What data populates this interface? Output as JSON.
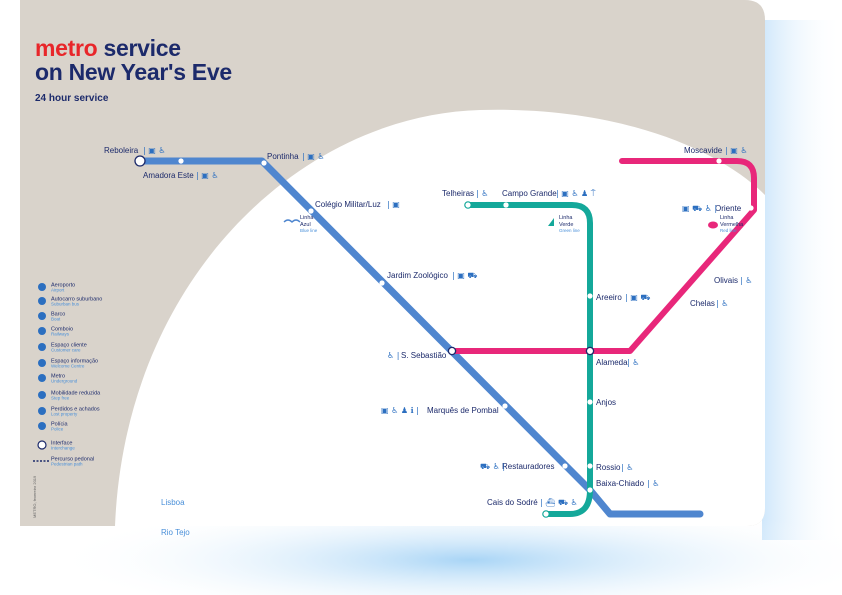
{
  "header": {
    "title_brand": "metro",
    "title_rest1": " service",
    "title_line2": "on New Year's Eve",
    "subtitle": "24 hour service"
  },
  "colors": {
    "blue_line": "#4f86cf",
    "green_line": "#14a89a",
    "red_line": "#e8277a",
    "text": "#1c2a6b",
    "river": "#4a90d9",
    "land": "#d9d3cb"
  },
  "lines": {
    "blue": {
      "name": "Azul",
      "name_en": "Blue line"
    },
    "green": {
      "name": "Verde",
      "name_en": "Green line"
    },
    "red": {
      "name": "Vermelha",
      "name_en": "Red line"
    }
  },
  "line_label_prefix": "Linha",
  "stations": {
    "reboleira": "Reboleira",
    "amadora": "Amadora Este",
    "pontinha": "Pontinha",
    "colegio": "Colégio Militar/Luz",
    "jardim": "Jardim Zoológico",
    "sebastiao": "S. Sebastião",
    "marques": "Marquês de Pombal",
    "restauradores": "Restauradores",
    "baixa": "Baixa-Chiado",
    "caisdosodre": "Cais do Sodré",
    "telheiras": "Telheiras",
    "campogrande": "Campo Grande",
    "areeiro": "Areeiro",
    "alameda": "Alameda",
    "anjos": "Anjos",
    "rossio": "Rossio",
    "moscavide": "Moscavide",
    "oriente": "Oriente",
    "olivais": "Olivais",
    "chelas": "Chelas"
  },
  "geography": {
    "city": "Lisboa",
    "river": "Rio Tejo"
  },
  "legend": [
    {
      "icon": "airplane-icon",
      "label": "Aeroporto",
      "sub": "Airport"
    },
    {
      "icon": "bus-icon",
      "label": "Autocarro suburbano",
      "sub": "Suburban bus"
    },
    {
      "icon": "boat-icon",
      "label": "Barco",
      "sub": "Boat"
    },
    {
      "icon": "train-icon",
      "label": "Comboio",
      "sub": "Railways"
    },
    {
      "icon": "customer-care-icon",
      "label": "Espaço cliente",
      "sub": "Customer care"
    },
    {
      "icon": "info-icon",
      "label": "Espaço informação",
      "sub": "Welcome Centre"
    },
    {
      "icon": "metro-icon",
      "label": "Metro",
      "sub": "Underground"
    },
    {
      "icon": "wheelchair-icon",
      "label": "Mobilidade reduzida",
      "sub": "Step free"
    },
    {
      "icon": "lost-property-icon",
      "label": "Perdidos e achados",
      "sub": "Lost property"
    },
    {
      "icon": "police-icon",
      "label": "Polícia",
      "sub": "Police"
    },
    {
      "icon": "interchange-icon",
      "label": "Interface",
      "sub": "Interchange"
    },
    {
      "icon": "pedestrian-path-icon",
      "label": "Percurso pedonal",
      "sub": "Pedestrian path"
    }
  ],
  "footer_note": "METRO, fevereiro 2019"
}
